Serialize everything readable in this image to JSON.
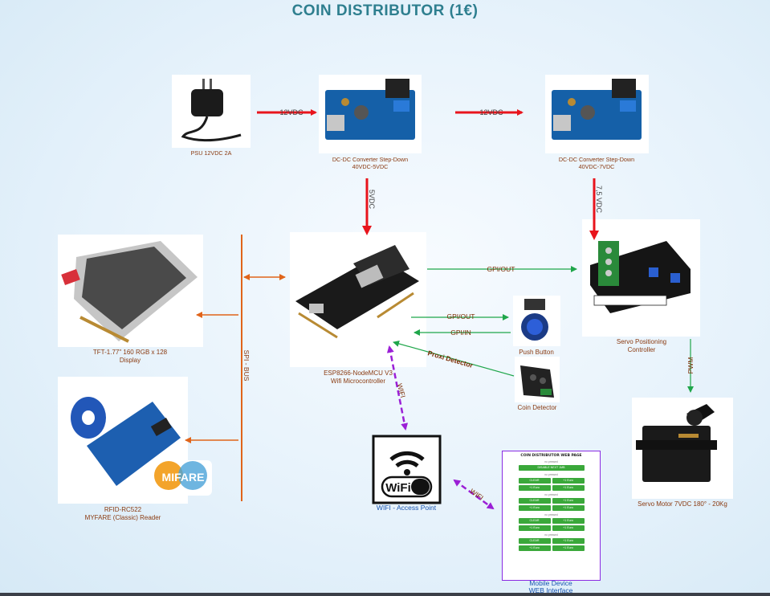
{
  "title": "COIN DISTRIBUTOR (1€)",
  "nodes": {
    "psu": "PSU 12VDC 2A",
    "dcdc1": [
      "DC-DC Converter Step-Down",
      "40VDC-5VDC"
    ],
    "dcdc2": [
      "DC-DC Converter Step-Down",
      "40VDC-7VDC"
    ],
    "tft": [
      "TFT-1.77\" 160 RGB x 128",
      "Display"
    ],
    "esp": [
      "ESP8266-NodeMCU V3",
      "Wifi Microcontroller"
    ],
    "servo_ctrl": [
      "Servo Positioning",
      "Controller"
    ],
    "push": "Push Button",
    "coin": "Coin Detector",
    "rfid": [
      "RFID-RC522",
      "MYFARE (Classic) Reader"
    ],
    "wifi_ap": "WIFI - Access Point",
    "mobile": [
      "Mobile Device",
      "WEB Interface"
    ],
    "servo_motor": "Servo Motor 7VDC 180° - 20Kg"
  },
  "edges": {
    "psu_dcdc1": "12VDC",
    "dcdc1_dcdc2": "12VDC",
    "dcdc1_esp": "5VDC",
    "dcdc2_ctrl": "7,5 VDC",
    "spi_bus": "SPI - BUS",
    "esp_ctrl": "GPI/OUT",
    "esp_push_out": "GPI/OUT",
    "push_esp_in": "GPI/IN",
    "coin_esp": "Proxi Detector",
    "ctrl_motor": "PWM",
    "esp_wifi": "WIFI",
    "wifi_mobile": "WIFI"
  },
  "wifi_logo_text": "WiFi",
  "mifare_text": "MIFARE",
  "web_page": {
    "title": "COIN DISTRIBUTOR WEB PAGE",
    "top_button": "DISABLE NEXT 1MB",
    "clear": "CLEAR",
    "plus": "+1 Euro",
    "status": "no pressed"
  },
  "colors": {
    "power": "#e8141c",
    "bus": "#e0641a",
    "gpio": "#1fa64a",
    "wifi": "#9b1fd6",
    "title": "#2e7f8f"
  }
}
